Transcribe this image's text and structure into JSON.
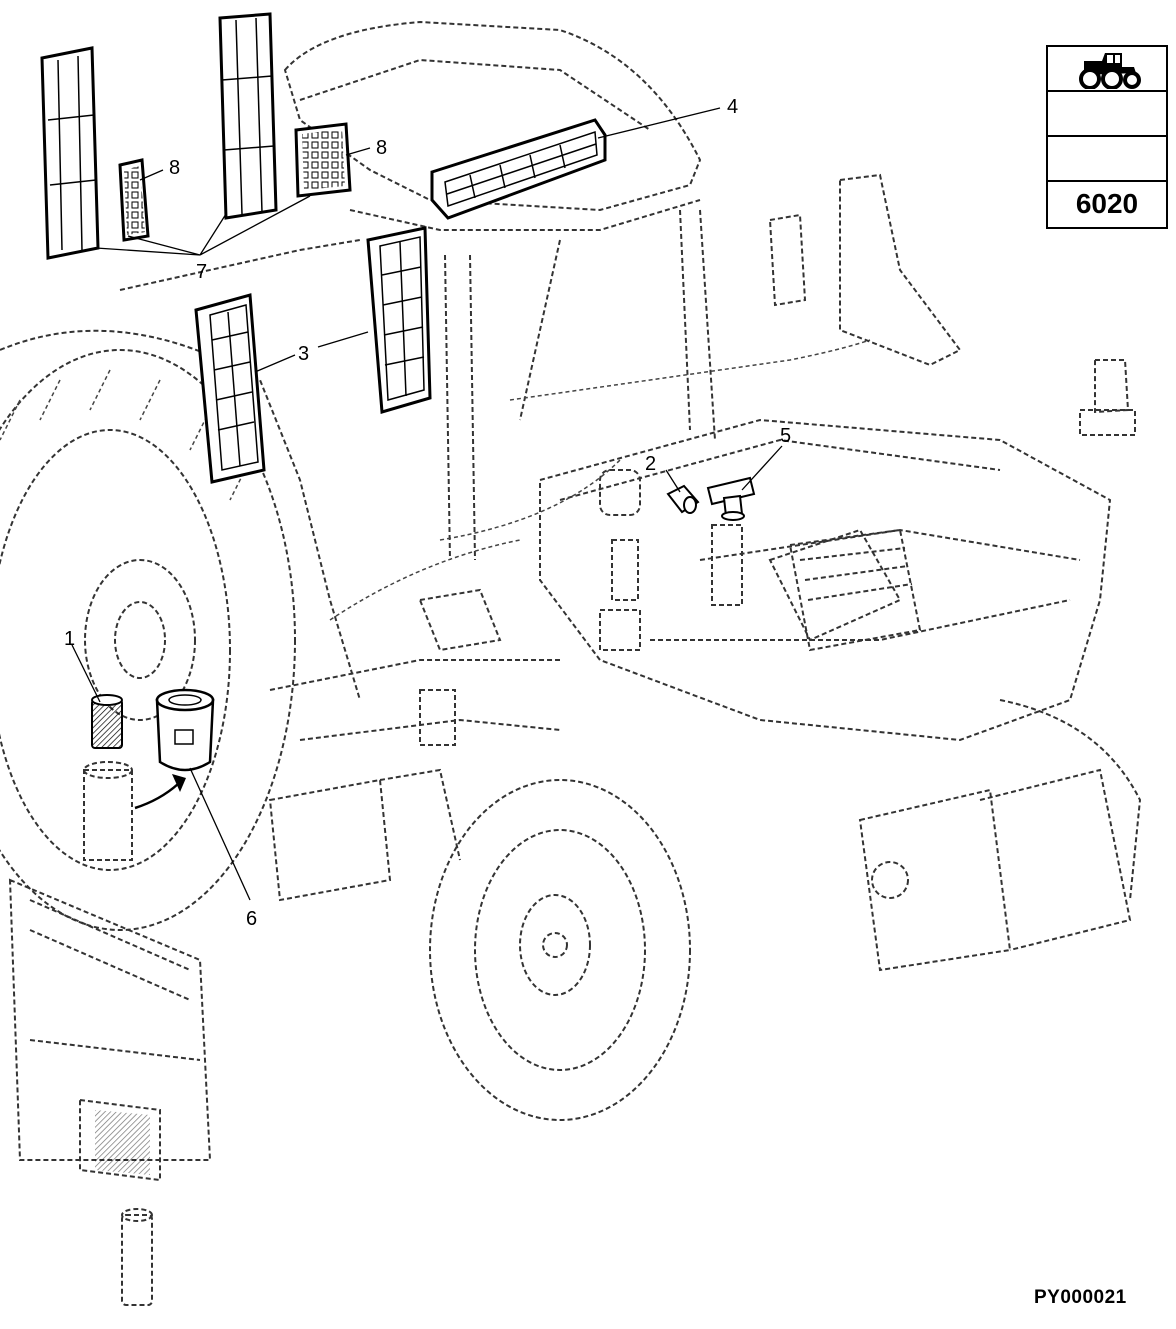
{
  "model_box": {
    "icon": "tractor-icon",
    "model_number": "6020"
  },
  "callouts": {
    "c1": "1",
    "c2": "2",
    "c3": "3",
    "c4": "4",
    "c5": "5",
    "c6": "6",
    "c7": "7",
    "c8a": "8",
    "c8b": "8"
  },
  "reference_code": "PY000021"
}
